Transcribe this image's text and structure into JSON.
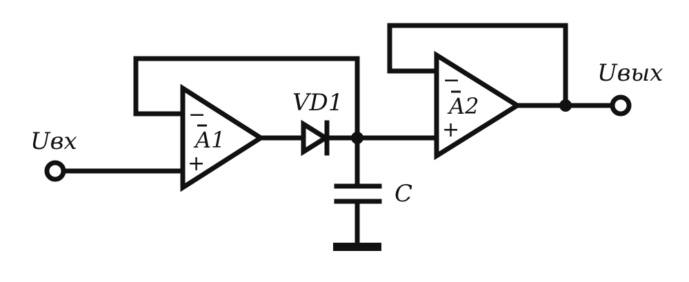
{
  "labels": {
    "input": "Uвх",
    "output": "Uвых",
    "opamp1": "A1",
    "opamp2": "A2",
    "diode": "VD1",
    "capacitor": "C",
    "minus": "−",
    "plus": "+"
  },
  "colors": {
    "ink": "#111111",
    "background": "#ffffff"
  }
}
